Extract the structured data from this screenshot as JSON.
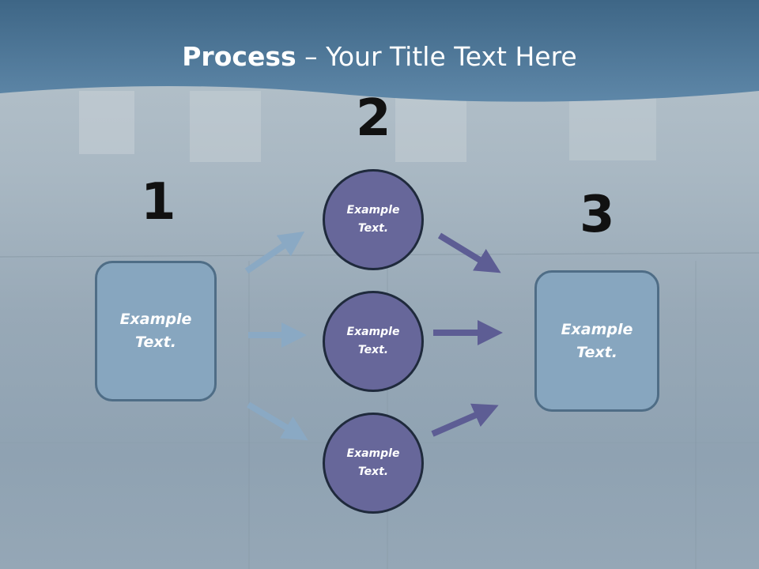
{
  "slide": {
    "title_bold": "Process",
    "title_rest": " – Your Title Text Here"
  },
  "steps": {
    "step1": {
      "number": "1",
      "text_line1": "Example",
      "text_line2": "Text."
    },
    "step2": {
      "number": "2",
      "circles": [
        {
          "text_line1": "Example",
          "text_line2": "Text."
        },
        {
          "text_line1": "Example",
          "text_line2": "Text."
        },
        {
          "text_line1": "Example",
          "text_line2": "Text."
        }
      ]
    },
    "step3": {
      "number": "3",
      "text_line1": "Example",
      "text_line2": "Text."
    }
  },
  "colors": {
    "header_blue": "#4a7396",
    "box_fill": "#87a6bf",
    "circle_fill": "#67679a",
    "left_arrow": "#8aa9c4",
    "right_arrow": "#5d5d94"
  }
}
